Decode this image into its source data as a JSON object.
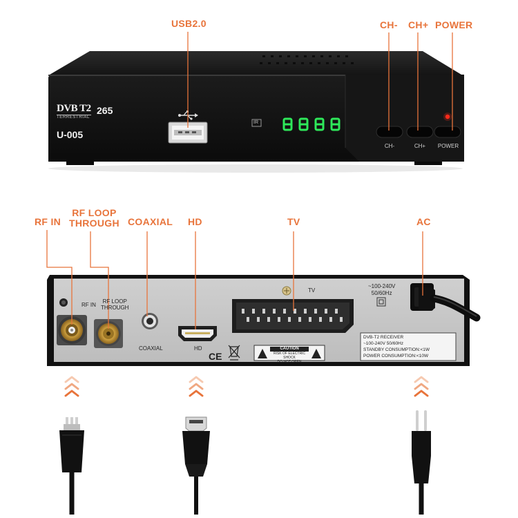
{
  "front_panel": {
    "brand_logo": "DVB T2",
    "brand_sub": "TERRESTRIAL",
    "codec": "265",
    "model": "U-005",
    "ir_label": "IR",
    "display_digits": "8888",
    "buttons": [
      {
        "label": "CH-"
      },
      {
        "label": "CH+"
      },
      {
        "label": "POWER"
      }
    ],
    "usb_icon": "usb-icon",
    "power_led_color": "#ff2a1a",
    "display_color": "#2ee85a"
  },
  "front_callouts": {
    "usb": "USB2.0",
    "ch_minus": "CH-",
    "ch_plus": "CH+",
    "power": "POWER"
  },
  "rear_callouts": {
    "rf_in": "RF IN",
    "rf_loop_line1": "RF LOOP",
    "rf_loop_line2": "THROUGH",
    "coaxial": "COAXIAL",
    "hd": "HD",
    "tv": "TV",
    "ac": "AC"
  },
  "rear_panel": {
    "rf_in": "RF IN",
    "rf_loop_line1": "RF LOOP",
    "rf_loop_line2": "THROUGH",
    "coaxial": "COAXIAL",
    "hd": "HD",
    "tv": "TV",
    "voltage_line1": "~100-240V",
    "voltage_line2": "50/60Hz",
    "ce_mark": "CE",
    "caution_title": "CAUTION",
    "caution_line1": "RISK OF ELECTRIC SHOCK",
    "caution_line2": "DO NOT OPEN",
    "spec_lines": [
      "DVB-T2 RECEIVER",
      "~100-240V 50/60Hz",
      "STANDBY CONSUMPTION:<1W",
      "POWER CONSUMPTION:<10W"
    ]
  },
  "cables": {
    "rf": "rf-plug-icon",
    "hdmi": "hdmi-plug-icon",
    "ac": "euro-plug-icon"
  },
  "accent_color": "#e8743b"
}
